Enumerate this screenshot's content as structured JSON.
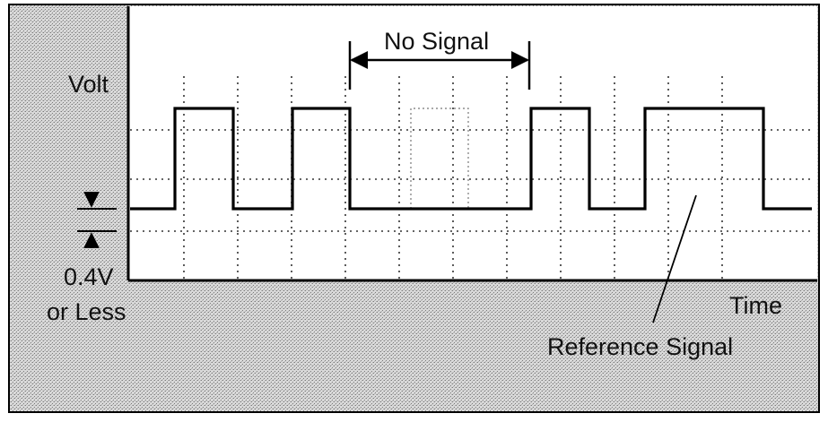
{
  "labels": {
    "volt": "Volt",
    "no_signal": "No Signal",
    "threshold_value": "0.4V",
    "threshold_qualifier": "or Less",
    "time": "Time",
    "reference_signal": "Reference Signal"
  },
  "colors": {
    "background_pattern": "#c8c8c8",
    "plot_area": "#ffffff",
    "grid": "#333333",
    "trace": "#000000",
    "text": "#111111"
  }
}
